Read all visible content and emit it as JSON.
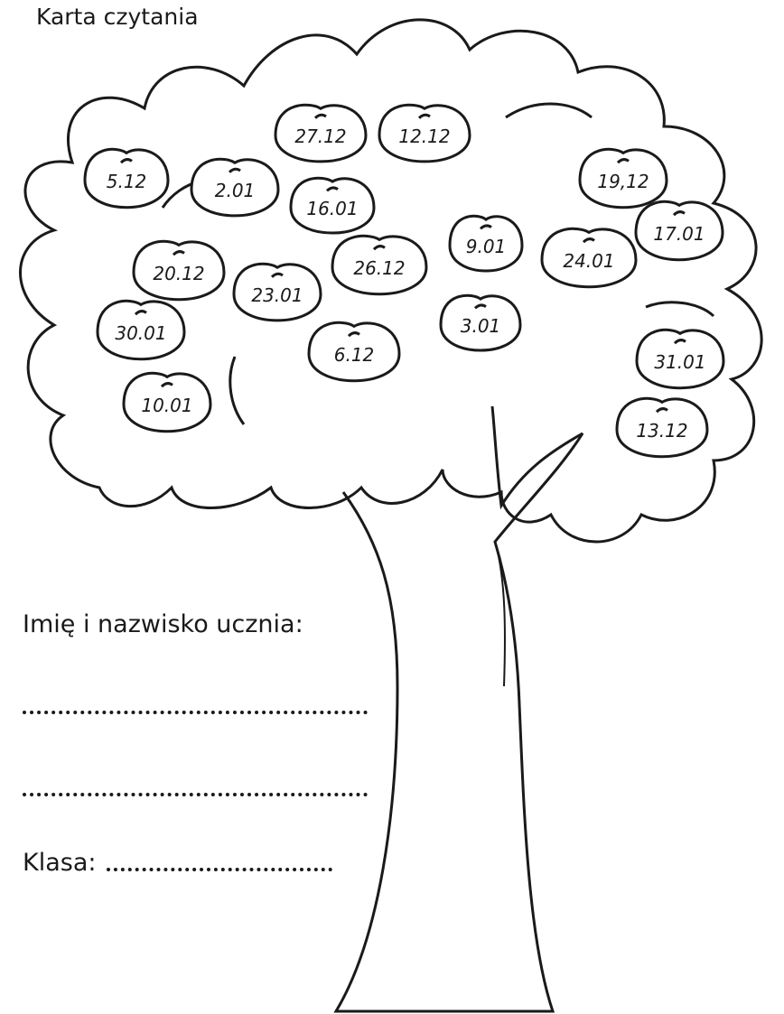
{
  "title": "Karta czytania",
  "form": {
    "name_label": "Imię i nazwisko ucznia:",
    "class_label": "Klasa:"
  },
  "leaves": [
    {
      "date": "5.12"
    },
    {
      "date": "27.12"
    },
    {
      "date": "12.12"
    },
    {
      "date": "19,12"
    },
    {
      "date": "2.01"
    },
    {
      "date": "16.01"
    },
    {
      "date": "17.01"
    },
    {
      "date": "9.01"
    },
    {
      "date": "24.01"
    },
    {
      "date": "20.12"
    },
    {
      "date": "26.12"
    },
    {
      "date": "23.01"
    },
    {
      "date": "30.01"
    },
    {
      "date": "3.01"
    },
    {
      "date": "6.12"
    },
    {
      "date": "31.01"
    },
    {
      "date": "10.01"
    },
    {
      "date": "13.12"
    }
  ]
}
